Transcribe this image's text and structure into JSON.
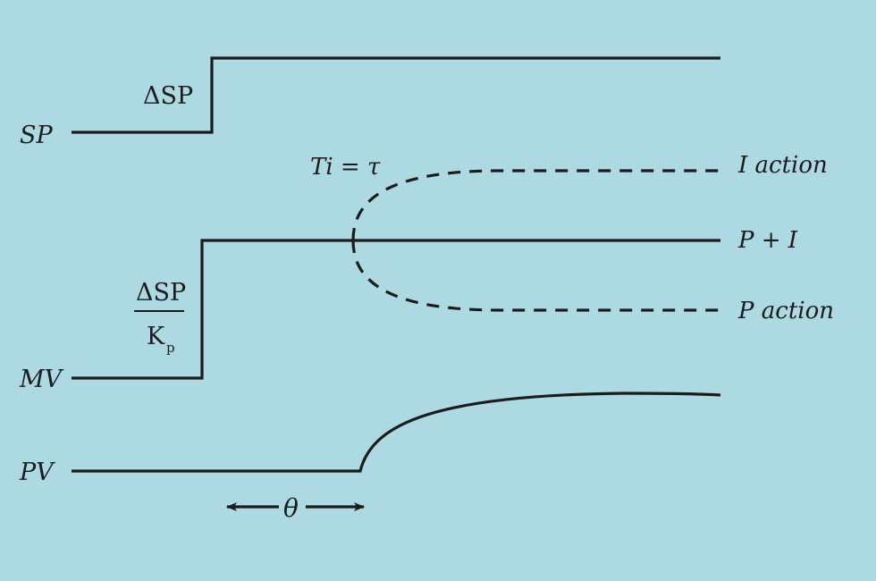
{
  "labels": {
    "sp": "SP",
    "delta_sp": "ΔSP",
    "ti_tau": "Ti = τ",
    "i_action": "I action",
    "p_plus_i": "P + I",
    "p_action": "P action",
    "mv": "MV",
    "fraction_numerator": "ΔSP",
    "fraction_denominator": "K",
    "fraction_subscript": "p",
    "pv": "PV",
    "theta": "θ"
  },
  "colors": {
    "background": "#acd9e2",
    "ink": "#1c1c1c"
  }
}
